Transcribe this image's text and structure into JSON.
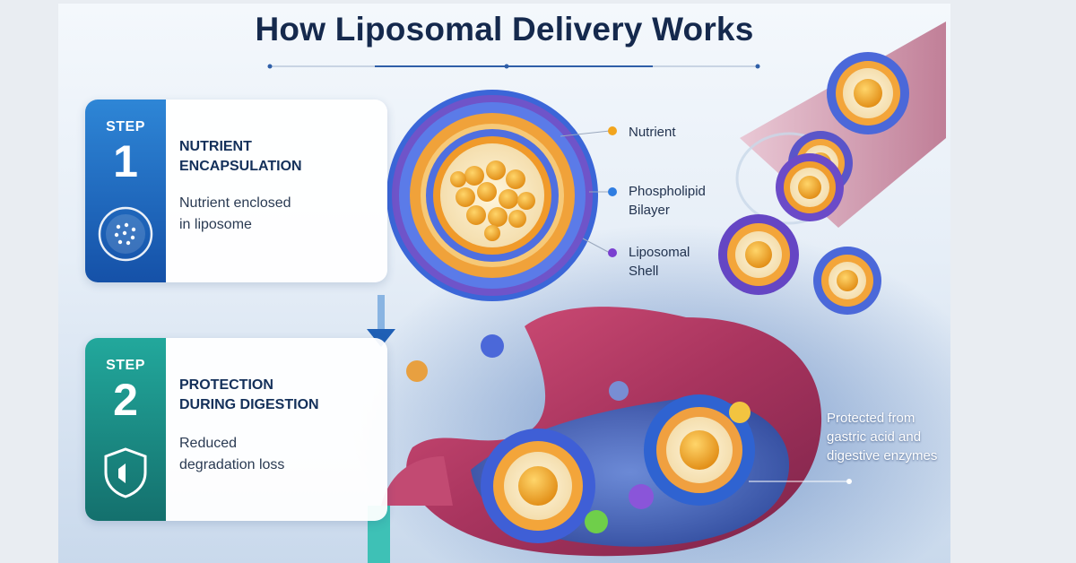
{
  "title": "How Liposomal Delivery Works",
  "steps": [
    {
      "label": "STEP",
      "number": "1",
      "heading": "NUTRIENT\nENCAPSULATION",
      "description": "Nutrient enclosed\nin liposome",
      "icon": "liposome-dots-icon",
      "color": "#1c64b8"
    },
    {
      "label": "STEP",
      "number": "2",
      "heading": "PROTECTION\nDURING DIGESTION",
      "description": "Reduced\ndegradation loss",
      "icon": "shield-icon",
      "color": "#178a82"
    }
  ],
  "callouts": {
    "nutrient": "Nutrient",
    "phospholipid": "Phospholipid\nBilayer",
    "shell": "Liposomal\nShell",
    "protection": "Protected from\ngastric acid and\ndigestive enzymes"
  },
  "colors": {
    "title": "#15294d",
    "nutrient_dot": "#f2a51e",
    "phospholipid_dot": "#2f7de1",
    "shell_dot": "#7a3fd0"
  }
}
